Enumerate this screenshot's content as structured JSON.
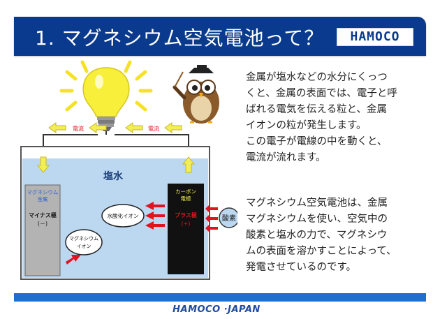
{
  "header": {
    "title": "1. マグネシウム空気電池って？",
    "logo": "HAMOCO"
  },
  "diagram": {
    "current_labels": [
      "電流",
      "電流"
    ],
    "saltwater_label": "塩水",
    "magnesium_electrode": {
      "line1": "マグネシウム",
      "line2": "金属",
      "pole": "マイナス極",
      "sign": "(－)"
    },
    "carbon_electrode": {
      "line1": "カーボン",
      "line2": "電極",
      "pole": "プラス極",
      "sign": "(+)"
    },
    "hydroxide_ion": "水酸化イオン",
    "magnesium_ion_line1": "マグネシウム",
    "magnesium_ion_line2": "イオン",
    "oxygen": "酸素",
    "colors": {
      "saltwater": "#bcd8f1",
      "electrode_negative": "#b3b3b3",
      "electrode_positive": "#111111",
      "arrow_red": "#e0141e",
      "arrow_yellow": "#f2ee55",
      "header_blue": "#0a3a8e"
    }
  },
  "body": {
    "paragraph1": "金属が塩水などの水分にくっつ\nくと、金属の表面では、電子と呼\nばれる電気を伝える粒と、金属\nイオンの粒が発生します。\nこの電子が電線の中を動くと、\n電流が流れます。",
    "paragraph2": "マグネシウム空気電池は、金属\nマグネシウムを使い、空気中の\n酸素と塩水の力で、マグネシウ\nムの表面を溶かすことによって、\n発電させているのです。"
  },
  "footer": {
    "text": "HAMOCO ·JAPAN"
  },
  "icons": [
    "light-bulb-icon",
    "owl-professor-icon"
  ]
}
